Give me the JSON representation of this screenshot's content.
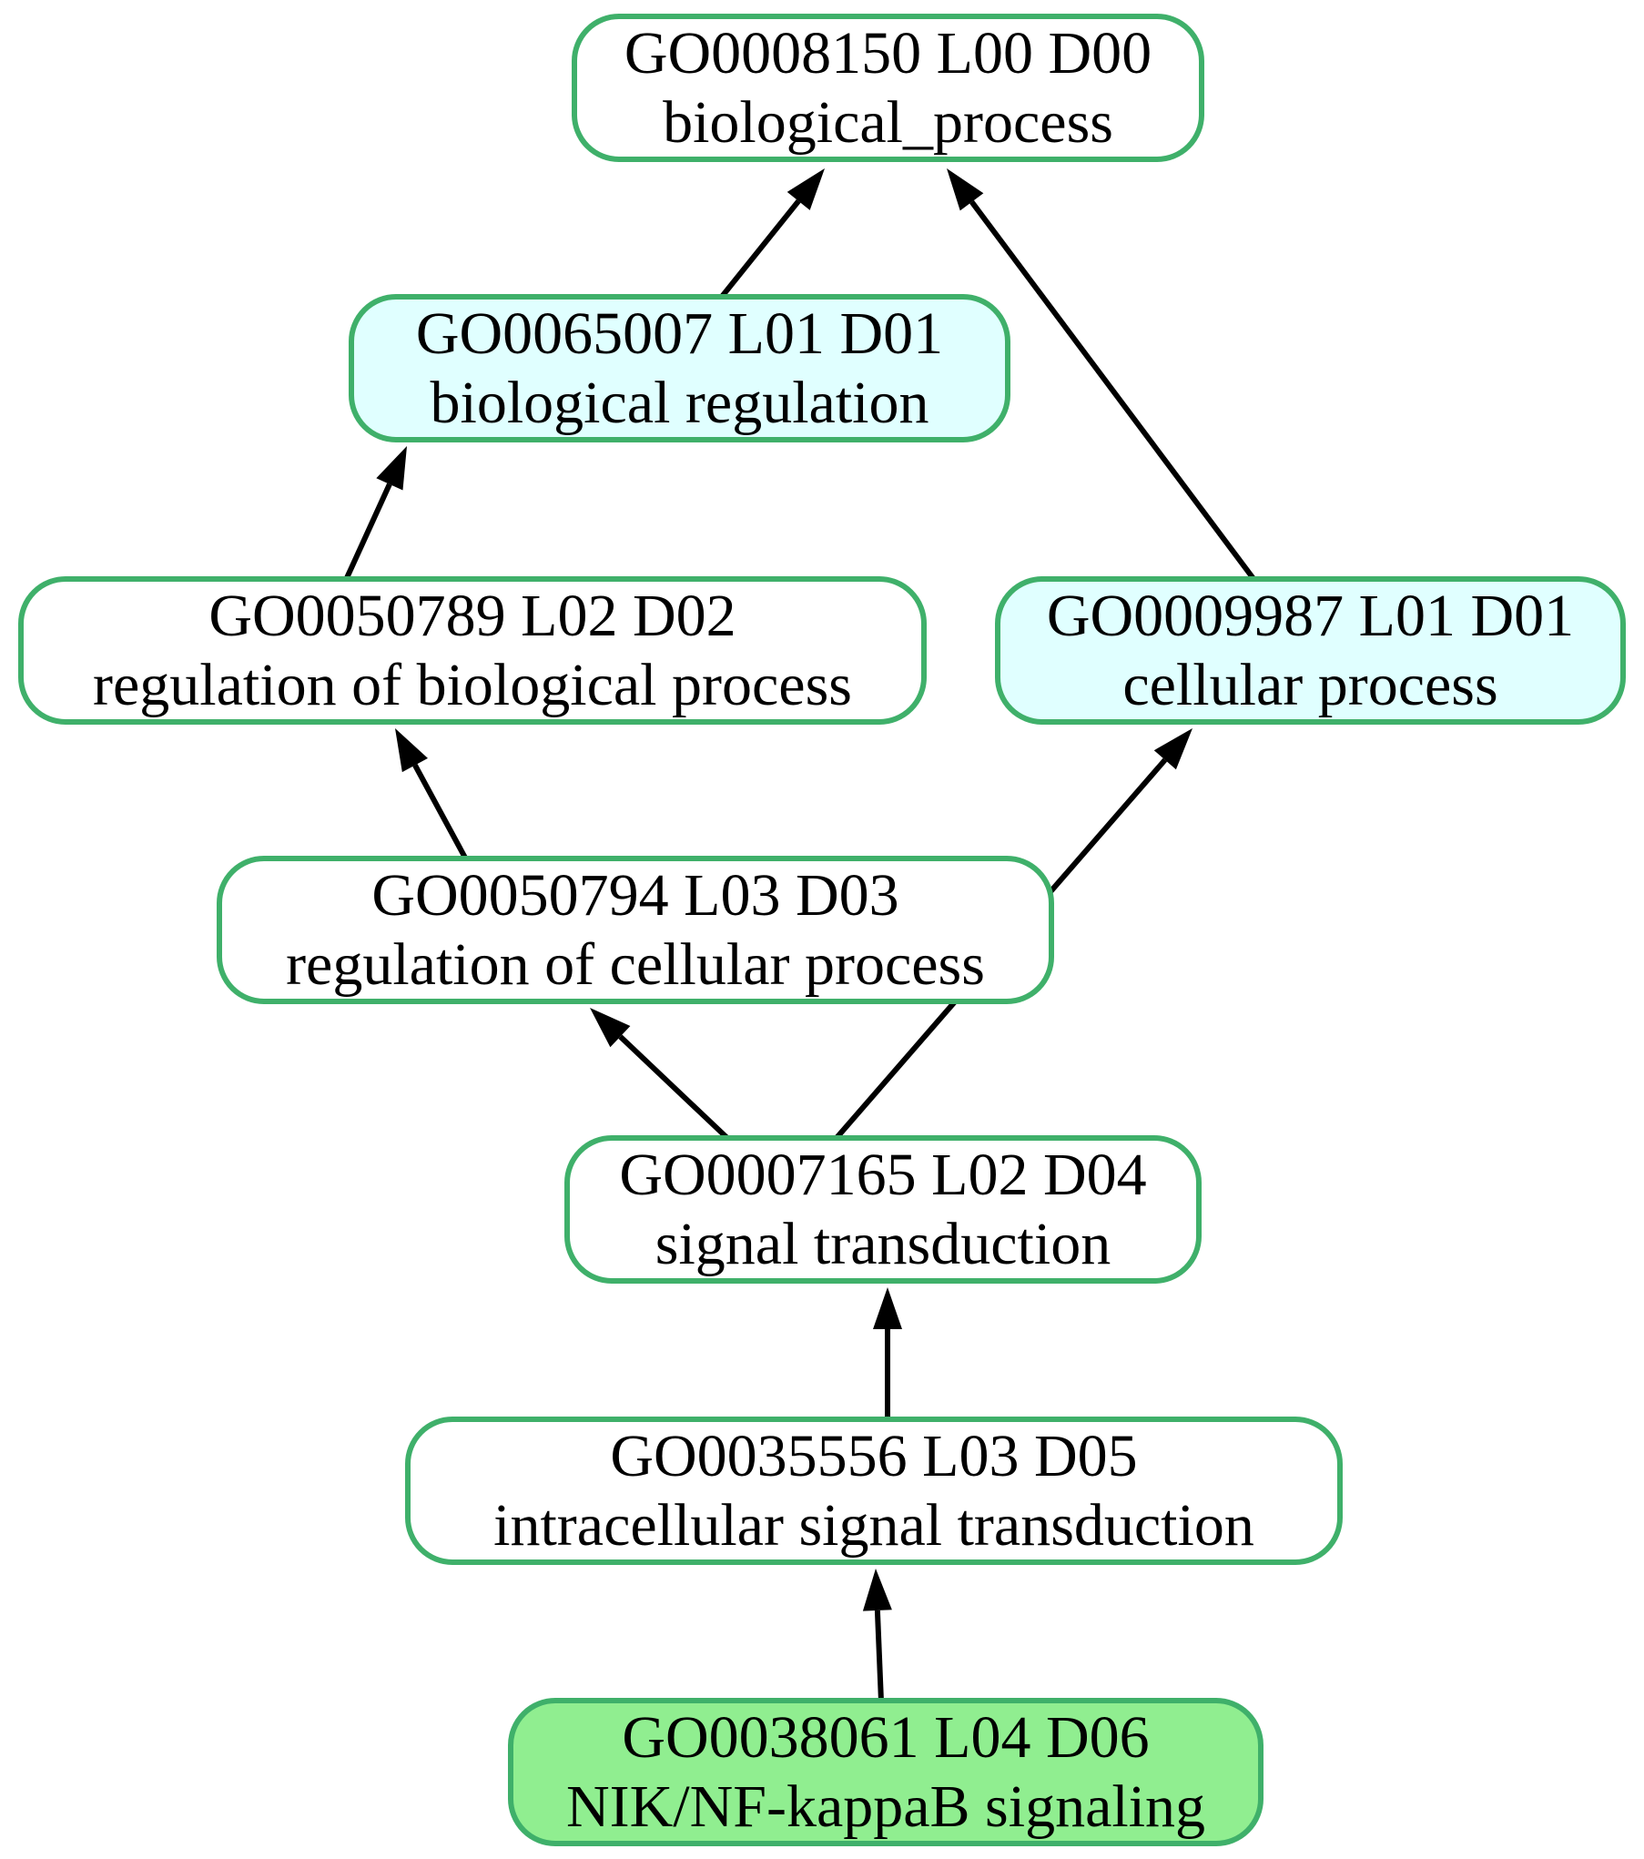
{
  "diagram": {
    "type": "go-term-dag",
    "description": "Gene Ontology ancestor chart for NIK/NF-kappaB signaling",
    "arrow_direction": "child-to-parent (upward)"
  },
  "colors": {
    "node_border": "#3fb06a",
    "edge": "#000000",
    "fill_default": "#ffffff",
    "fill_highlight_cyan": "#e0ffff",
    "fill_highlight_green": "#90ee90"
  },
  "nodes": [
    {
      "id": "GO0008150",
      "line1": "GO0008150 L00 D00",
      "line2": "biological_process",
      "fill": "#ffffff"
    },
    {
      "id": "GO0065007",
      "line1": "GO0065007 L01 D01",
      "line2": "biological regulation",
      "fill": "#e0ffff"
    },
    {
      "id": "GO0050789",
      "line1": "GO0050789 L02 D02",
      "line2": "regulation of biological process",
      "fill": "#ffffff"
    },
    {
      "id": "GO0009987",
      "line1": "GO0009987 L01 D01",
      "line2": "cellular process",
      "fill": "#e0ffff"
    },
    {
      "id": "GO0050794",
      "line1": "GO0050794 L03 D03",
      "line2": "regulation of cellular process",
      "fill": "#ffffff"
    },
    {
      "id": "GO0007165",
      "line1": "GO0007165 L02 D04",
      "line2": "signal transduction",
      "fill": "#ffffff"
    },
    {
      "id": "GO0035556",
      "line1": "GO0035556 L03 D05",
      "line2": "intracellular signal transduction",
      "fill": "#ffffff"
    },
    {
      "id": "GO0038061",
      "line1": "GO0038061 L04 D06",
      "line2": "NIK/NF-kappaB signaling",
      "fill": "#90ee90"
    }
  ],
  "edges": [
    {
      "from": "GO0065007",
      "to": "GO0008150"
    },
    {
      "from": "GO0009987",
      "to": "GO0008150"
    },
    {
      "from": "GO0050789",
      "to": "GO0065007"
    },
    {
      "from": "GO0050794",
      "to": "GO0050789"
    },
    {
      "from": "GO0007165",
      "to": "GO0050794"
    },
    {
      "from": "GO0007165",
      "to": "GO0009987"
    },
    {
      "from": "GO0035556",
      "to": "GO0007165"
    },
    {
      "from": "GO0038061",
      "to": "GO0035556"
    }
  ]
}
